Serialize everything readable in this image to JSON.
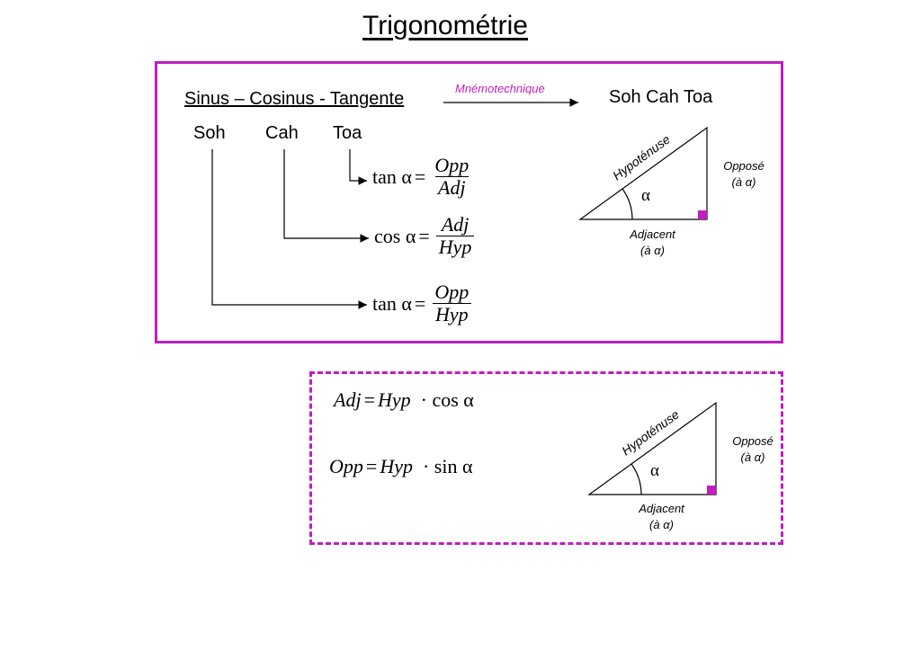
{
  "title": "Trigonométrie",
  "box1": {
    "heading": "Sinus – Cosinus - Tangente",
    "mnemo_label": "Mnémotechnique",
    "mnemo_result": "Soh Cah Toa",
    "words": [
      "Soh",
      "Cah",
      "Toa"
    ],
    "formulas": [
      {
        "fn": "tan",
        "alpha": "α",
        "eq": "=",
        "num": "Opp",
        "den": "Adj"
      },
      {
        "fn": "cos",
        "alpha": "α",
        "eq": "=",
        "num": "Adj",
        "den": "Hyp"
      },
      {
        "fn": "tan",
        "alpha": "α",
        "eq": "=",
        "num": "Opp",
        "den": "Hyp"
      }
    ],
    "triangle": {
      "hyp": "Hypoténuse",
      "opp1": "Opposé",
      "opp2": "(à α)",
      "adj1": "Adjacent",
      "adj2": "(à α)",
      "alpha": "α"
    }
  },
  "box2": {
    "formulas": [
      {
        "lhs": "Adj",
        "eq": "=",
        "rhs": "Hyp",
        "dot": "·",
        "fn": "cos",
        "alpha": "α"
      },
      {
        "lhs": "Opp",
        "eq": "=",
        "rhs": "Hyp",
        "dot": "·",
        "fn": "sin",
        "alpha": "α"
      }
    ],
    "triangle": {
      "hyp": "Hypoténuse",
      "opp1": "Opposé",
      "opp2": "(à α)",
      "adj1": "Adjacent",
      "adj2": "(à α)",
      "alpha": "α"
    }
  },
  "colors": {
    "accent": "#c01ec0"
  }
}
